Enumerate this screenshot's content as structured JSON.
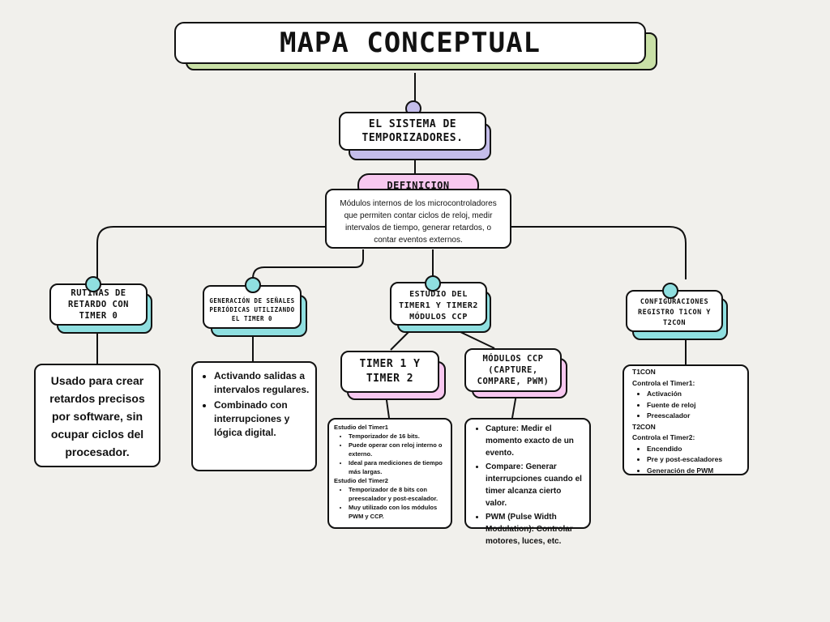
{
  "title": "MAPA CONCEPTUAL",
  "main": "EL SISTEMA DE TEMPORIZADORES.",
  "definition": {
    "label": "DEFINICION",
    "text": "Módulos internos de los microcontroladores que permiten contar ciclos de reloj, medir intervalos de tiempo, generar retardos, o contar eventos externos."
  },
  "branches": {
    "rutinas": {
      "title": "RUTINAS DE RETARDO CON TIMER 0",
      "text": "Usado para crear retardos precisos por software, sin ocupar ciclos del procesador."
    },
    "generacion": {
      "title": "GENERACIÓN DE SEÑALES PERIÓDICAS UTILIZANDO EL TIMER 0",
      "items": [
        "Activando salidas a intervalos regulares.",
        "Combinado con interrupciones y lógica digital."
      ]
    },
    "estudio": {
      "title": "ESTUDIO DEL TIMER1 Y TIMER2 MÓDULOS CCP",
      "timer": {
        "title": "TIMER 1 Y TIMER 2",
        "timer1_heading": "Estudio del Timer1",
        "timer1_items": [
          "Temporizador de 16 bits.",
          "Puede operar con reloj interno o externo.",
          "Ideal para mediciones de tiempo más largas."
        ],
        "timer2_heading": "Estudio del Timer2",
        "timer2_items": [
          "Temporizador de 8 bits con preescalador y post-escalador.",
          "Muy utilizado con los módulos PWM y CCP."
        ]
      },
      "ccp": {
        "title": "MÓDULOS CCP (CAPTURE, COMPARE, PWM)",
        "items": [
          "Capture: Medir el momento exacto de un evento.",
          "Compare: Generar interrupciones cuando el timer alcanza cierto valor.",
          "PWM (Pulse Width Modulation): Controlar motores, luces, etc."
        ]
      }
    },
    "config": {
      "title": "CONFIGURACIONES REGISTRO T1CON Y T2CON",
      "t1_heading": "T1CON",
      "t1_sub": "Controla el Timer1:",
      "t1_items": [
        "Activación",
        "Fuente de reloj",
        "Preescalador"
      ],
      "t2_heading": "T2CON",
      "t2_sub": "Controla el Timer2:",
      "t2_items": [
        "Encendido",
        "Pre y post-escaladores",
        "Generación de PWM"
      ]
    }
  },
  "colors": {
    "background": "#f1f0ec",
    "title_shadow": "#c9e0a6",
    "main_shadow": "#c4bdea",
    "definition_fill": "#f8c8f0",
    "cyan": "#8fdfe0",
    "pink": "#f8c8f0"
  }
}
